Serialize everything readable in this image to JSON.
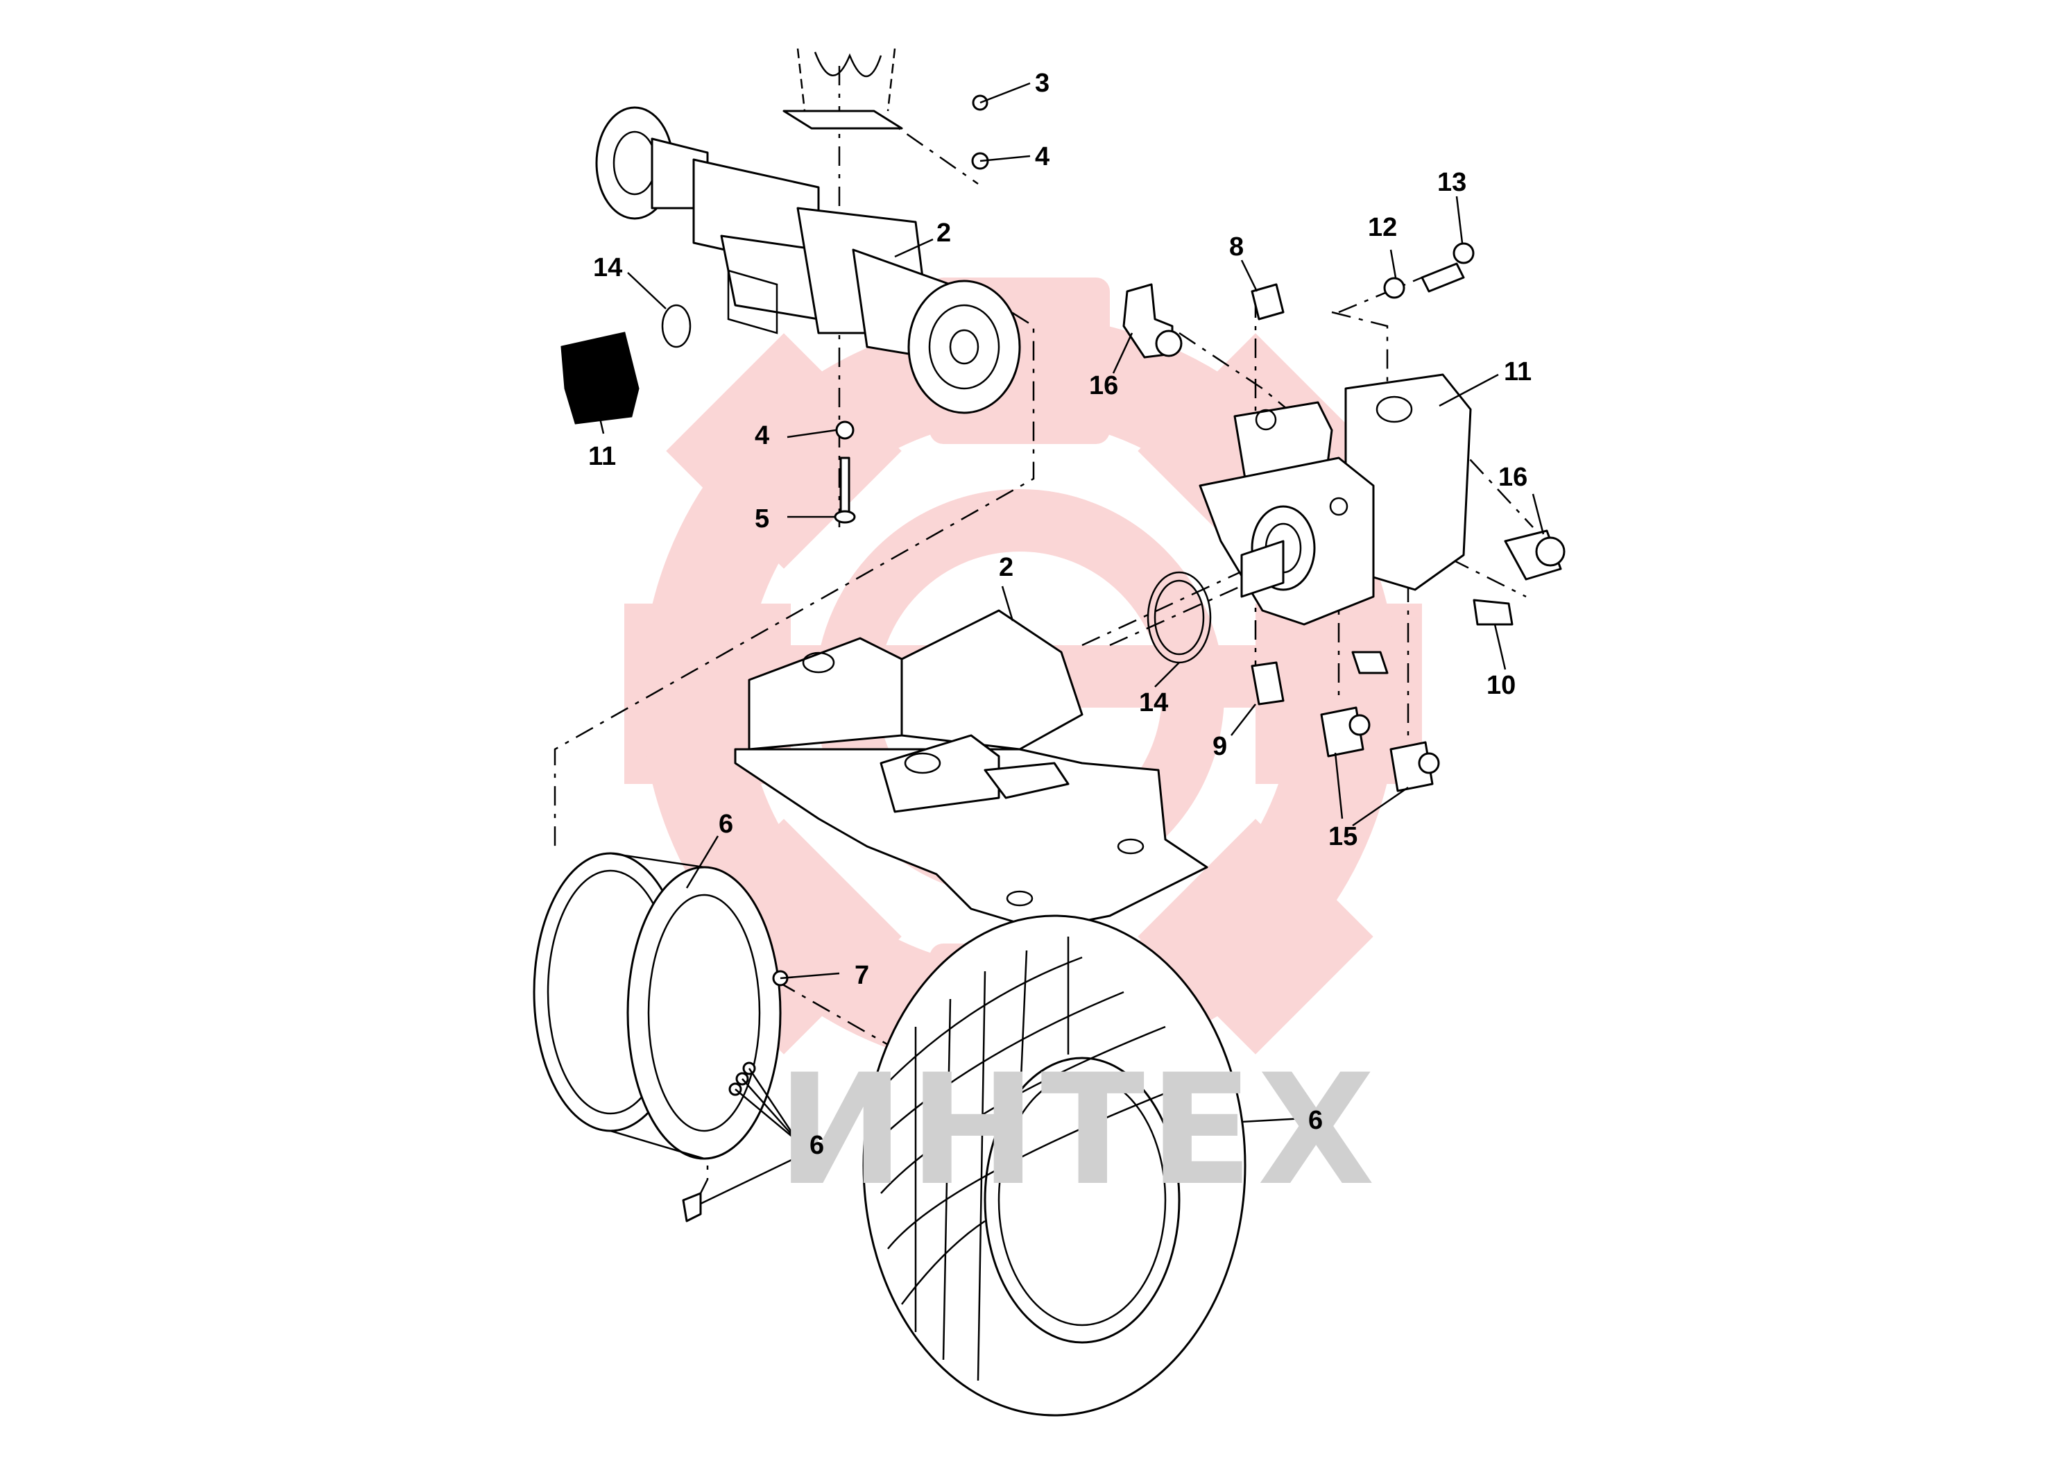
{
  "watermark": {
    "text": "ИНТЕХ",
    "logo_color": "#f7b5b5"
  },
  "callouts": {
    "c3": "3",
    "c4_top": "4",
    "c2_axle": "2",
    "c14_left": "14",
    "c11_left": "11",
    "c4_mid": "4",
    "c5": "5",
    "c8": "8",
    "c12": "12",
    "c13": "13",
    "c16_top": "16",
    "c11_right": "11",
    "c16_right": "16",
    "c2_frame": "2",
    "c14_mid": "14",
    "c9": "9",
    "c10": "10",
    "c15": "15",
    "c6_rim": "6",
    "c7": "7",
    "c6_bottom": "6",
    "c6_tire": "6"
  },
  "icons": [
    "gear-logo-watermark",
    "rear-axle-assembly",
    "hydraulic-pump",
    "hydraulic-motor",
    "wheel-rim",
    "turf-tire",
    "frame-bracket",
    "hose-fitting",
    "bolt",
    "washer",
    "o-ring",
    "valve-stem"
  ]
}
